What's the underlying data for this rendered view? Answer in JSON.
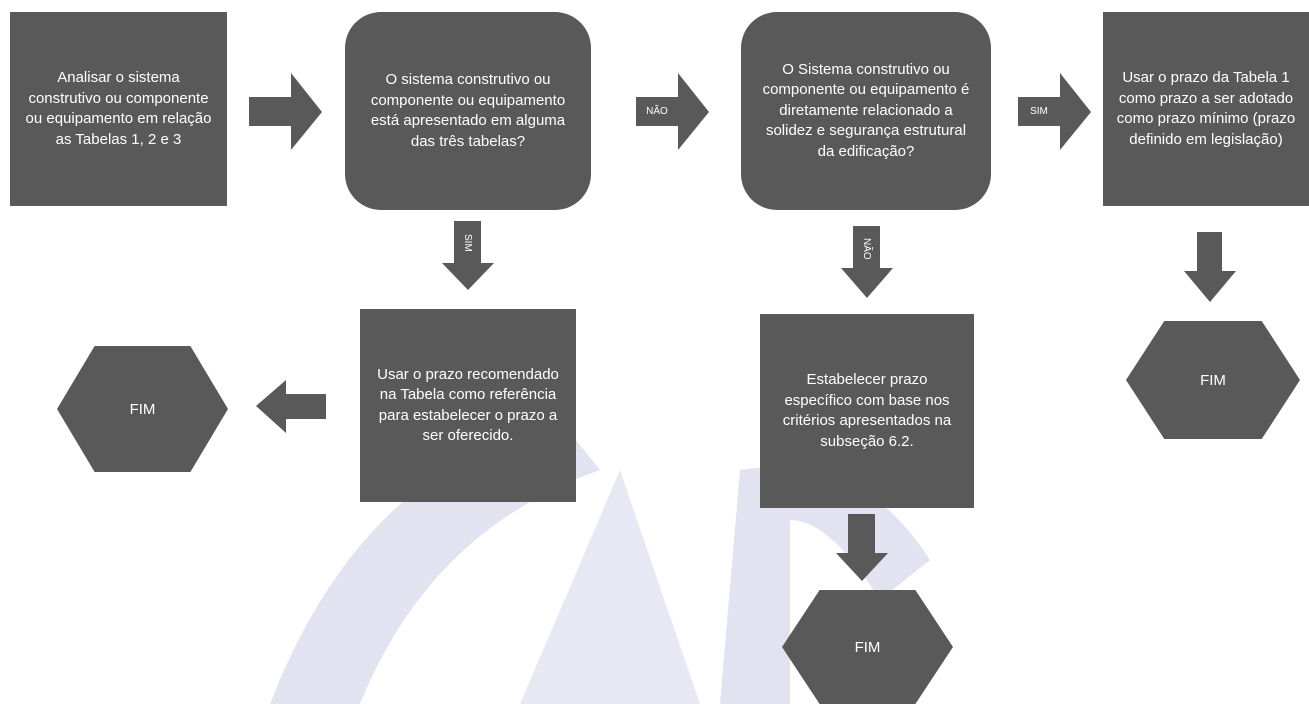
{
  "nodes": {
    "analisar": "Analisar o sistema construtivo ou componente ou equipamento em relação as Tabelas 1, 2 e 3",
    "q1": "O sistema construtivo ou componente ou equipamento está apresentado em alguma das três tabelas?",
    "q2": "O Sistema construtivo ou componente ou equipamento é diretamente relacionado a solidez e segurança estrutural da edificação?",
    "tabela1": "Usar o prazo da Tabela 1 como prazo a ser adotado como prazo mínimo (prazo definido em legislação)",
    "recomendado": "Usar o prazo recomendado na Tabela como referência para estabelecer o prazo a ser oferecido.",
    "estabelecer": "Estabelecer prazo específico com base nos critérios apresentados na subseção 6.2."
  },
  "ends": {
    "fim_left": "FIM",
    "fim_right": "FIM",
    "fim_bottom": "FIM"
  },
  "arrow_labels": {
    "nao_h": "NÃO",
    "sim_h": "SIM",
    "sim_v": "SIM",
    "nao_v": "NÃO"
  },
  "colors": {
    "shape": "#595959",
    "watermark": "#dcdcf0"
  }
}
